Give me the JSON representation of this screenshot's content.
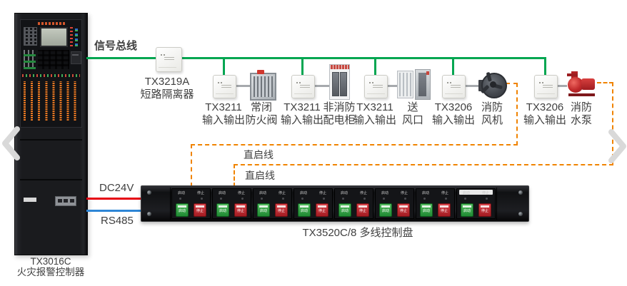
{
  "bus": {
    "label": "信号总线",
    "color": "#00A651"
  },
  "isolator": {
    "model": "TX3219A",
    "name": "短路隔离器"
  },
  "branches": [
    {
      "module_model": "TX3211",
      "module_type": "输入输出",
      "device_line1": "常闭",
      "device_line2": "防火阀"
    },
    {
      "module_model": "TX3211",
      "module_type": "输入输出",
      "device_line1": "非消防",
      "device_line2": "配电柜"
    },
    {
      "module_model": "TX3211",
      "module_type": "输入输出",
      "device_line1": "送",
      "device_line2": "风口"
    },
    {
      "module_model": "TX3206",
      "module_type": "输入输出",
      "device_line1": "消防",
      "device_line2": "风机"
    },
    {
      "module_model": "TX3206",
      "module_type": "输入输出",
      "device_line1": "消防",
      "device_line2": "水泵"
    }
  ],
  "direct_start_lines": [
    {
      "label": "直启线"
    },
    {
      "label": "直启线"
    }
  ],
  "connections": {
    "dc_label": "DC24V",
    "rs_label": "RS485",
    "dc_color": "#E60012",
    "rs_color": "#2E86D6"
  },
  "controller": {
    "model": "TX3016C",
    "name": "火灾报警控制器"
  },
  "panel": {
    "label": "TX3520C/8  多线控制盘",
    "channel_count": 8,
    "start_button": "启动",
    "stop_button": "停止",
    "direct_line_color": "#F08300"
  }
}
